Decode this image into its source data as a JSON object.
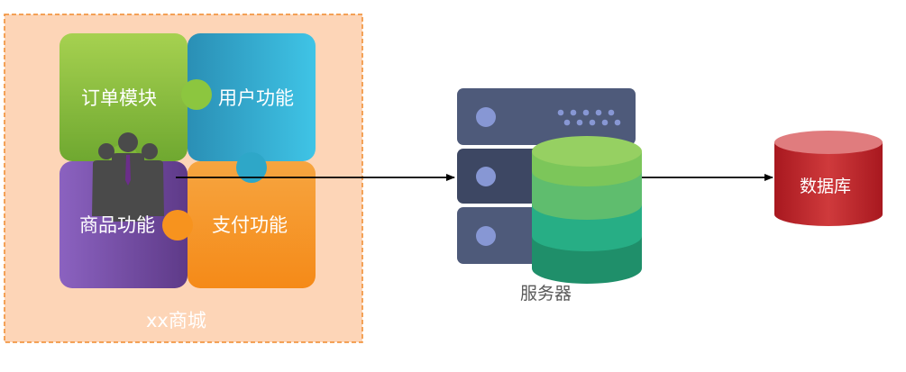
{
  "shop": {
    "label": "xx商城",
    "modules": [
      {
        "id": "order",
        "label": "订单模块",
        "color": "#8cc63f"
      },
      {
        "id": "user",
        "label": "用户功能",
        "color": "#2ea7c8"
      },
      {
        "id": "product",
        "label": "商品功能",
        "color": "#7c4fa6"
      },
      {
        "id": "payment",
        "label": "支付功能",
        "color": "#f7931e"
      }
    ]
  },
  "server": {
    "label": "服务器"
  },
  "database": {
    "label": "数据库"
  },
  "colors": {
    "shop_bg": "#fdd5b7",
    "shop_border": "#f08a2c",
    "server_slab": "#4e5a7a",
    "database": "#c0262c",
    "arrow": "#000000"
  }
}
